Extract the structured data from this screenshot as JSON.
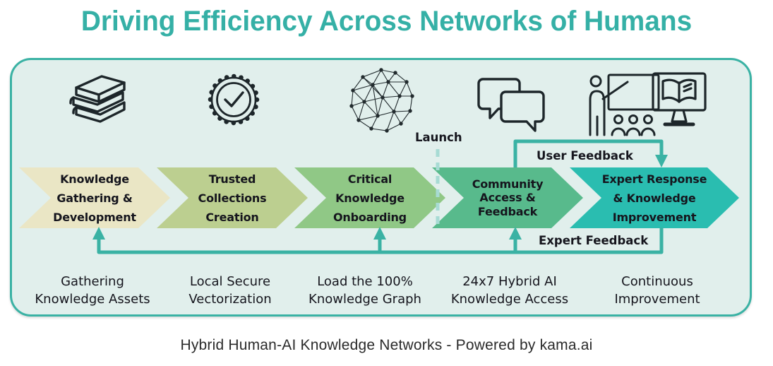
{
  "title": "Driving Efficiency Across Networks of Humans",
  "launch_label": "Launch",
  "feedback": {
    "user_label": "User Feedback",
    "expert_label": "Expert Feedback"
  },
  "stages": [
    {
      "icon": "books-icon",
      "label_lines": [
        "Knowledge",
        "Gathering &",
        "Development"
      ],
      "caption_lines": [
        "Gathering",
        "Knowledge Assets"
      ],
      "color": "#eae6c5"
    },
    {
      "icon": "verified-badge-icon",
      "label_lines": [
        "Trusted",
        "Collections",
        "Creation"
      ],
      "caption_lines": [
        "Local Secure",
        "Vectorization"
      ],
      "color": "#bccf90"
    },
    {
      "icon": "knowledge-graph-icon",
      "label_lines": [
        "Critical",
        "Knowledge",
        "Onboarding"
      ],
      "caption_lines": [
        "Load the 100%",
        "Knowledge Graph"
      ],
      "color": "#90c886"
    },
    {
      "icon": "chat-bubbles-icon",
      "label_lines": [
        "Community",
        "Access &",
        "Feedback"
      ],
      "caption_lines": [
        "24x7 Hybrid AI",
        "Knowledge Access"
      ],
      "color": "#58ba8c"
    },
    {
      "icon": "classroom-training-icon / e-learning-monitor-icon",
      "label_lines": [
        "Expert Response",
        "& Knowledge",
        "Improvement"
      ],
      "caption_lines": [
        "Continuous",
        "Improvement"
      ],
      "color": "#2abdb0"
    }
  ],
  "footer": "Hybrid Human-AI Knowledge Networks - Powered by kama.ai",
  "colors": {
    "title": "#35b0a6",
    "accent_line": "#3ab2a4",
    "panel_background": "#e1efec",
    "launch_dash": "#a7dbd4",
    "dark_text": "#15151d",
    "icon_stroke": "#1d262a"
  }
}
